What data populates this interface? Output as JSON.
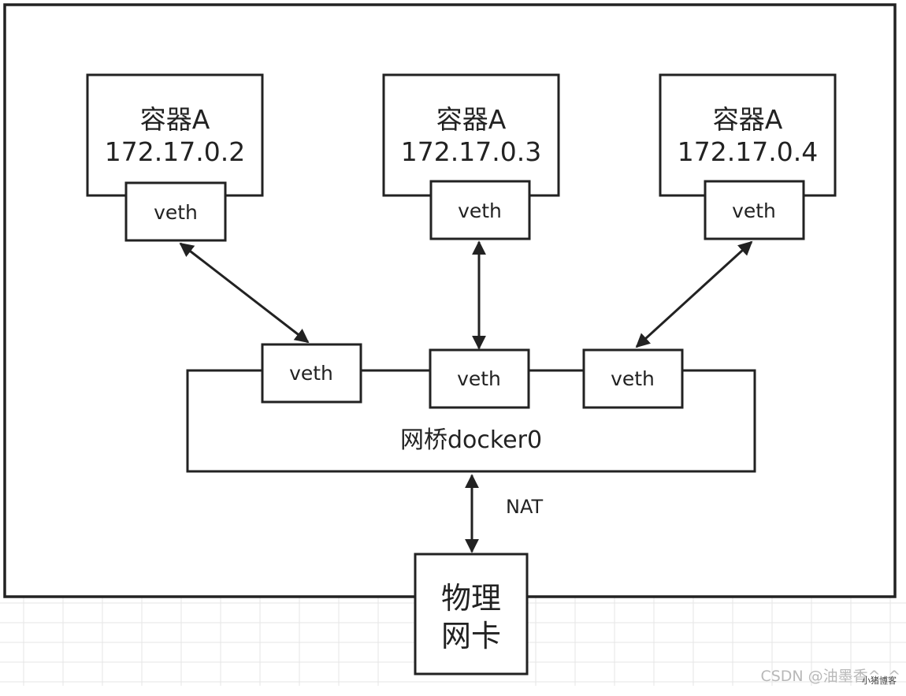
{
  "containers": [
    {
      "name": "容器A",
      "ip": "172.17.0.2",
      "veth": "veth"
    },
    {
      "name": "容器A",
      "ip": "172.17.0.3",
      "veth": "veth"
    },
    {
      "name": "容器A",
      "ip": "172.17.0.4",
      "veth": "veth"
    }
  ],
  "bridge": {
    "label": "网桥docker0",
    "ports": [
      "veth",
      "veth",
      "veth"
    ]
  },
  "nat_label": "NAT",
  "physical_nic": {
    "line1": "物理",
    "line2": "网卡"
  },
  "watermark": {
    "text": "CSDN @油墨香^_^",
    "small": "小猪博客"
  },
  "colors": {
    "stroke": "#222222",
    "background": "#ffffff",
    "grid": "#e6e6e6"
  }
}
